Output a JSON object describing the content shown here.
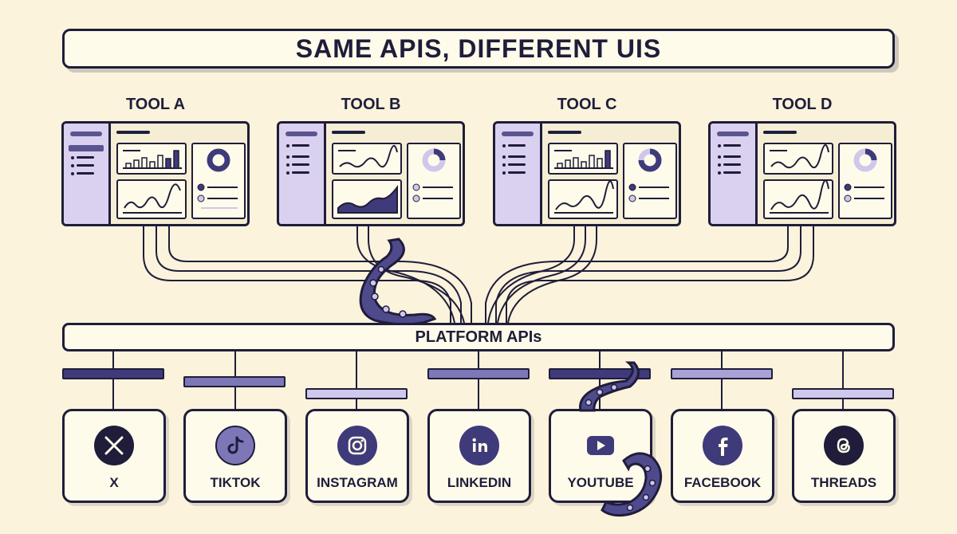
{
  "title": "SAME APIS, DIFFERENT UIS",
  "tools": [
    {
      "label": "TOOL A"
    },
    {
      "label": "TOOL B"
    },
    {
      "label": "TOOL C"
    },
    {
      "label": "TOOL D"
    }
  ],
  "platform_apis": "PLATFORM APIs",
  "platforms": [
    {
      "label": "X",
      "icon": "x-logo-icon"
    },
    {
      "label": "TIKTOK",
      "icon": "tiktok-logo-icon"
    },
    {
      "label": "INSTAGRAM",
      "icon": "instagram-logo-icon"
    },
    {
      "label": "LINKEDIN",
      "icon": "linkedin-logo-icon"
    },
    {
      "label": "YOUTUBE",
      "icon": "youtube-logo-icon"
    },
    {
      "label": "FACEBOOK",
      "icon": "facebook-logo-icon"
    },
    {
      "label": "THREADS",
      "icon": "threads-logo-icon"
    }
  ],
  "colors": {
    "background": "#fbf3dc",
    "ink": "#1f1d3a",
    "accent_dark": "#3f3a7a",
    "accent_mid": "#7d77b8",
    "accent_light": "#cfc8ec"
  }
}
